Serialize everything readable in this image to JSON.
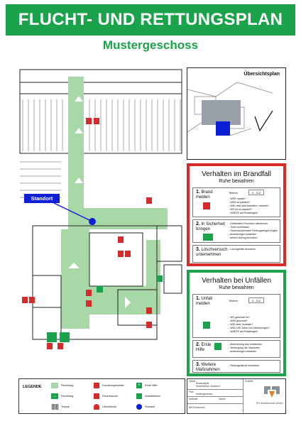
{
  "header": {
    "title": "FLUCHT- UND RETTUNGSPLAN"
  },
  "subtitle": "Mustergeschoss",
  "plan": {
    "standort_label": "Standort"
  },
  "overview": {
    "title": "Übersichtsplan"
  },
  "brandfall": {
    "title": "Verhalten im Brandfall",
    "subtitle": "Ruhe bewahren",
    "steps": [
      {
        "num": "1.",
        "label1": "Brand",
        "label2": "melden",
        "phone_label": "Telefon",
        "phone_number": "0 - 112",
        "items": [
          "WER meldet?",
          "WAS ist passiert?",
          "WIE viele sind betroffen / verletzt?",
          "WO ist es passiert?",
          "WARTE auf Rückfragen!"
        ]
      },
      {
        "num": "2.",
        "label1": "In Sicherheit",
        "label2": "bringen",
        "items": [
          "Gefährdete Personen mitnehmen",
          "Türen schliessen",
          "Gekennzeichneten Rettungswegen folgen",
          "Anweisungen beachten",
          "keinen Aufzug benutzen"
        ]
      },
      {
        "num": "3.",
        "label1": "Löschversuch",
        "label2": "unternehmen",
        "items": [
          "Löschgeräte benutzen"
        ]
      }
    ]
  },
  "unfaelle": {
    "title": "Verhalten bei Unfällen",
    "subtitle": "Ruhe bewahren",
    "steps": [
      {
        "num": "1.",
        "label1": "Unfall",
        "label2": "melden",
        "phone_label": "Telefon",
        "phone_number": "0 - 112",
        "items": [
          "WO geschah es?",
          "WAS geschah?",
          "WIE viele Verletzte?",
          "WELCHE Arten von Verletzungen?",
          "WARTE auf Rückfragen!"
        ]
      },
      {
        "num": "2.",
        "label1": "Erste",
        "label2": "Hilfe",
        "items": [
          "Absicherung des Unfallortes",
          "Versorgung der Verletzten",
          "Anweisungen beachten"
        ]
      },
      {
        "num": "3.",
        "label1": "Weitere",
        "label2": "Maßnahmen",
        "items": [
          "Rettungsdienst einweisen"
        ]
      }
    ]
  },
  "legend": {
    "title": "LEGENDE",
    "items": [
      {
        "label": "Fluchtweg"
      },
      {
        "label": "Fluchtweg"
      },
      {
        "label": "Treppe"
      },
      {
        "label": "Druckknopfmelder"
      },
      {
        "label": "Feuerlöscher"
      },
      {
        "label": "Löschdecke"
      },
      {
        "label": "Erste Hilfe"
      },
      {
        "label": "Notruftelefon"
      },
      {
        "label": "Standort"
      }
    ]
  },
  "titleblock": {
    "objekt_label": "Objekt",
    "objekt_line1": "Musterobjekt",
    "objekt_line2": "Musterstraße, Musterort",
    "plan_label": "Plan",
    "plan_value": "Mustergeschoss",
    "massstab_label": "Maßstab",
    "datum_label": "Datum",
    "firma_label": "Ersteller",
    "company": "IFS Brandschutz GmbH",
    "stamp_label": "Mit Prüfvermerk"
  },
  "colors": {
    "green": "#1aa34a",
    "red": "#d62b2b",
    "blue": "#0a1fd6"
  }
}
